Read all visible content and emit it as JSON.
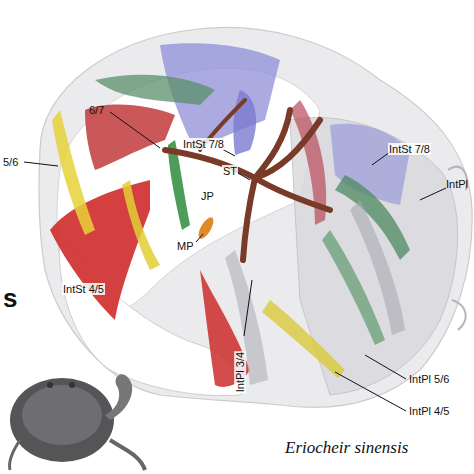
{
  "diagram": {
    "caption": "Eriocheir sinensis",
    "labels": [
      "6/7",
      "5/6",
      "IntSt 7/8",
      "ST",
      "JP",
      "MP",
      "IntSt 7/8",
      "IntPl",
      "IntSt 4/5",
      "IntPl 3/4",
      "IntPl 4/5",
      "IntPl 5/6",
      "s"
    ]
  }
}
